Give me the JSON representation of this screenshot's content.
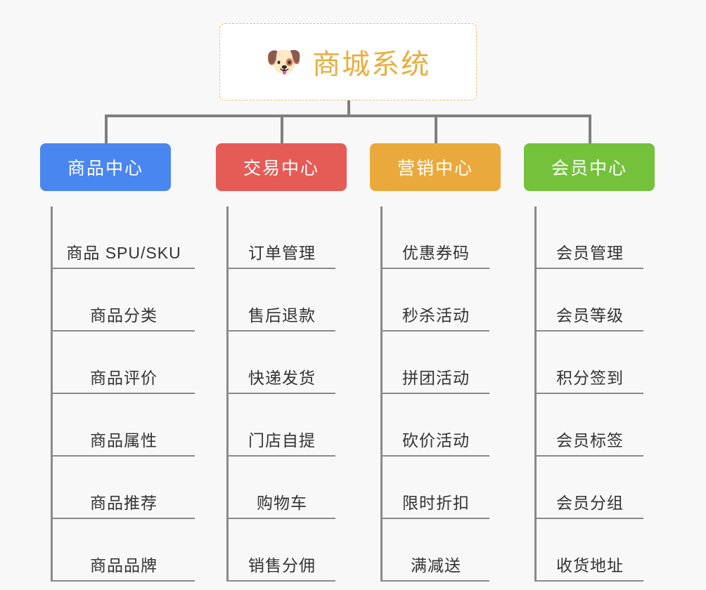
{
  "diagram": {
    "type": "mindmap",
    "background_color": "#f8f8f8",
    "root": {
      "icon": "shiba-dog-face-icon",
      "emoji": "🐶",
      "title": "商城系统",
      "title_color": "#e8ae3f",
      "border_color": "#e9bd72",
      "background": "#ffffff"
    },
    "connector_color": "#7f7f7f",
    "branches": [
      {
        "label": "商品中心",
        "color": "#4a86f0",
        "name": "product-center",
        "items": [
          "商品 SPU/SKU",
          "商品分类",
          "商品评价",
          "商品属性",
          "商品推荐",
          "商品品牌"
        ]
      },
      {
        "label": "交易中心",
        "color": "#e55b56",
        "name": "trade-center",
        "items": [
          "订单管理",
          "售后退款",
          "快递发货",
          "门店自提",
          "购物车",
          "销售分佣"
        ]
      },
      {
        "label": "营销中心",
        "color": "#eaa93c",
        "name": "marketing-center",
        "items": [
          "优惠券码",
          "秒杀活动",
          "拼团活动",
          "砍价活动",
          "限时折扣",
          "满减送"
        ]
      },
      {
        "label": "会员中心",
        "color": "#74c13c",
        "name": "member-center",
        "items": [
          "会员管理",
          "会员等级",
          "积分签到",
          "会员标签",
          "会员分组",
          "收货地址"
        ]
      }
    ]
  }
}
